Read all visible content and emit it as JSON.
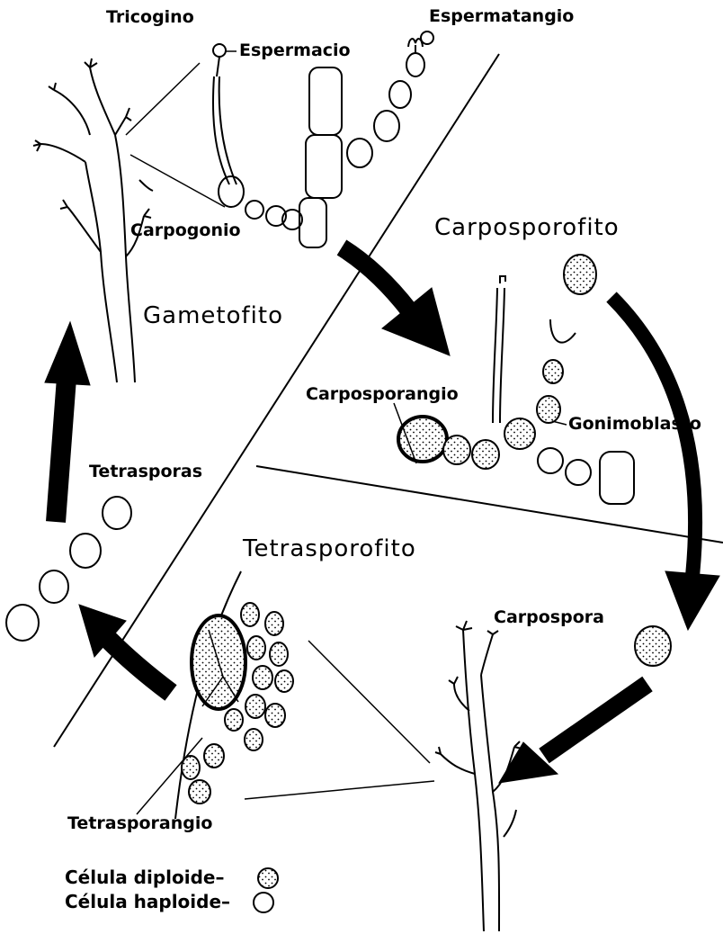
{
  "labels": {
    "tricogino": "Tricogino",
    "espermacio": "Espermacio",
    "espermatangio": "Espermatangio",
    "carpogonio": "Carpogonio",
    "gametofito": "Gametofito",
    "carposporofito": "Carposporofito",
    "carposporangio": "Carposporangio",
    "gonimoblasto": "Gonimoblasto",
    "tetrasporas": "Tetrasporas",
    "tetrasporofito": "Tetrasporofito",
    "carpospora": "Carpospora",
    "tetrasporangio": "Tetrasporangio"
  },
  "legend": {
    "diploid": "Célula diploide–",
    "haploid": "Célula haploide–"
  }
}
